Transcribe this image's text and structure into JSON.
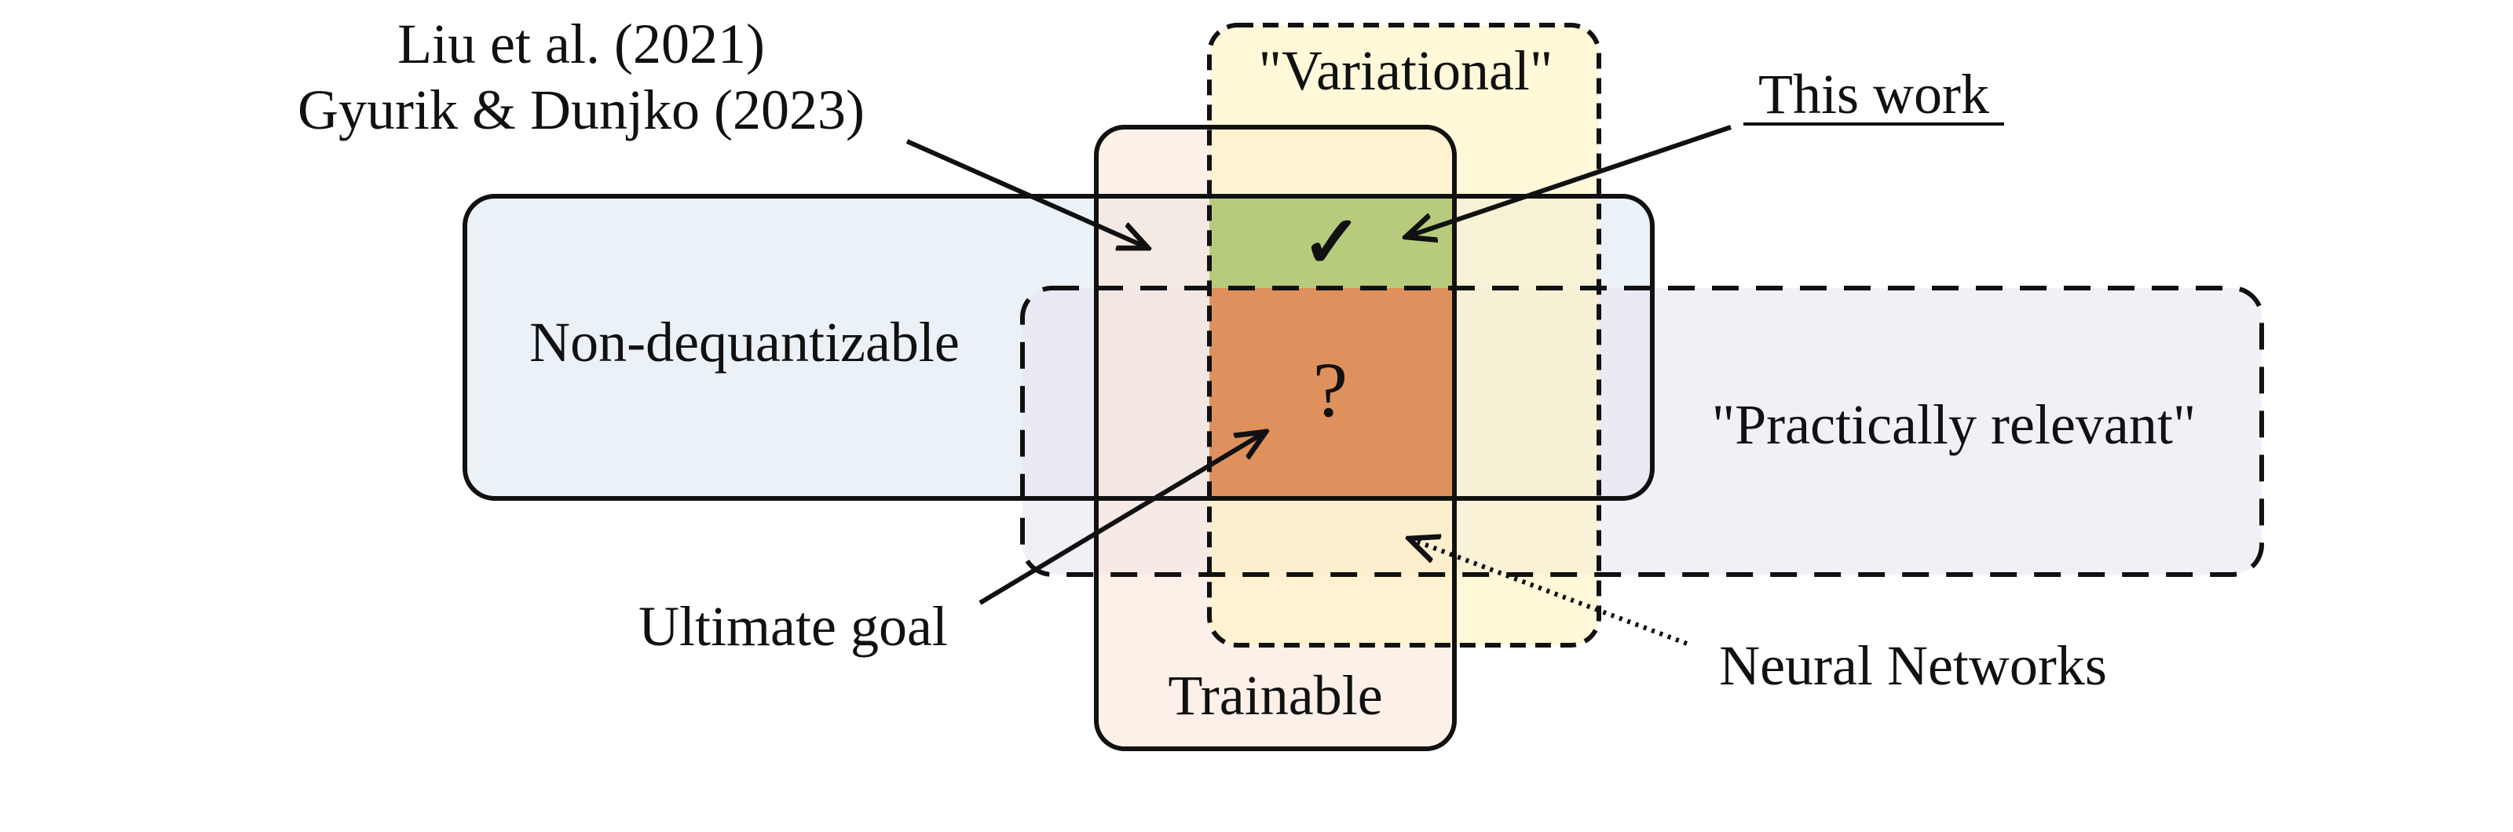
{
  "sets": {
    "non_dequantizable": {
      "label": "Non-dequantizable",
      "fill": "#e8eff6"
    },
    "practically_relevant": {
      "label": "\"Practically relevant\"",
      "fill": "#e8e4f1"
    },
    "trainable": {
      "label": "Trainable",
      "fill": "#fce4d6"
    },
    "variational": {
      "label": "\"Variational\"",
      "fill": "#fff3c0"
    }
  },
  "regions": {
    "this_work_fill": "#b6cc7c",
    "ultimate_goal_fill": "#de915c"
  },
  "markers": {
    "check": "✓",
    "check_color": "#2ea02e",
    "question": "?",
    "question_color": "#d33b2e"
  },
  "annotations": {
    "prior_work_line1": "Liu et al. (2021)",
    "prior_work_line2": "Gyurik & Dunjko (2023)",
    "this_work": "This work",
    "ultimate_goal": "Ultimate goal",
    "neural_networks": "Neural Networks"
  }
}
